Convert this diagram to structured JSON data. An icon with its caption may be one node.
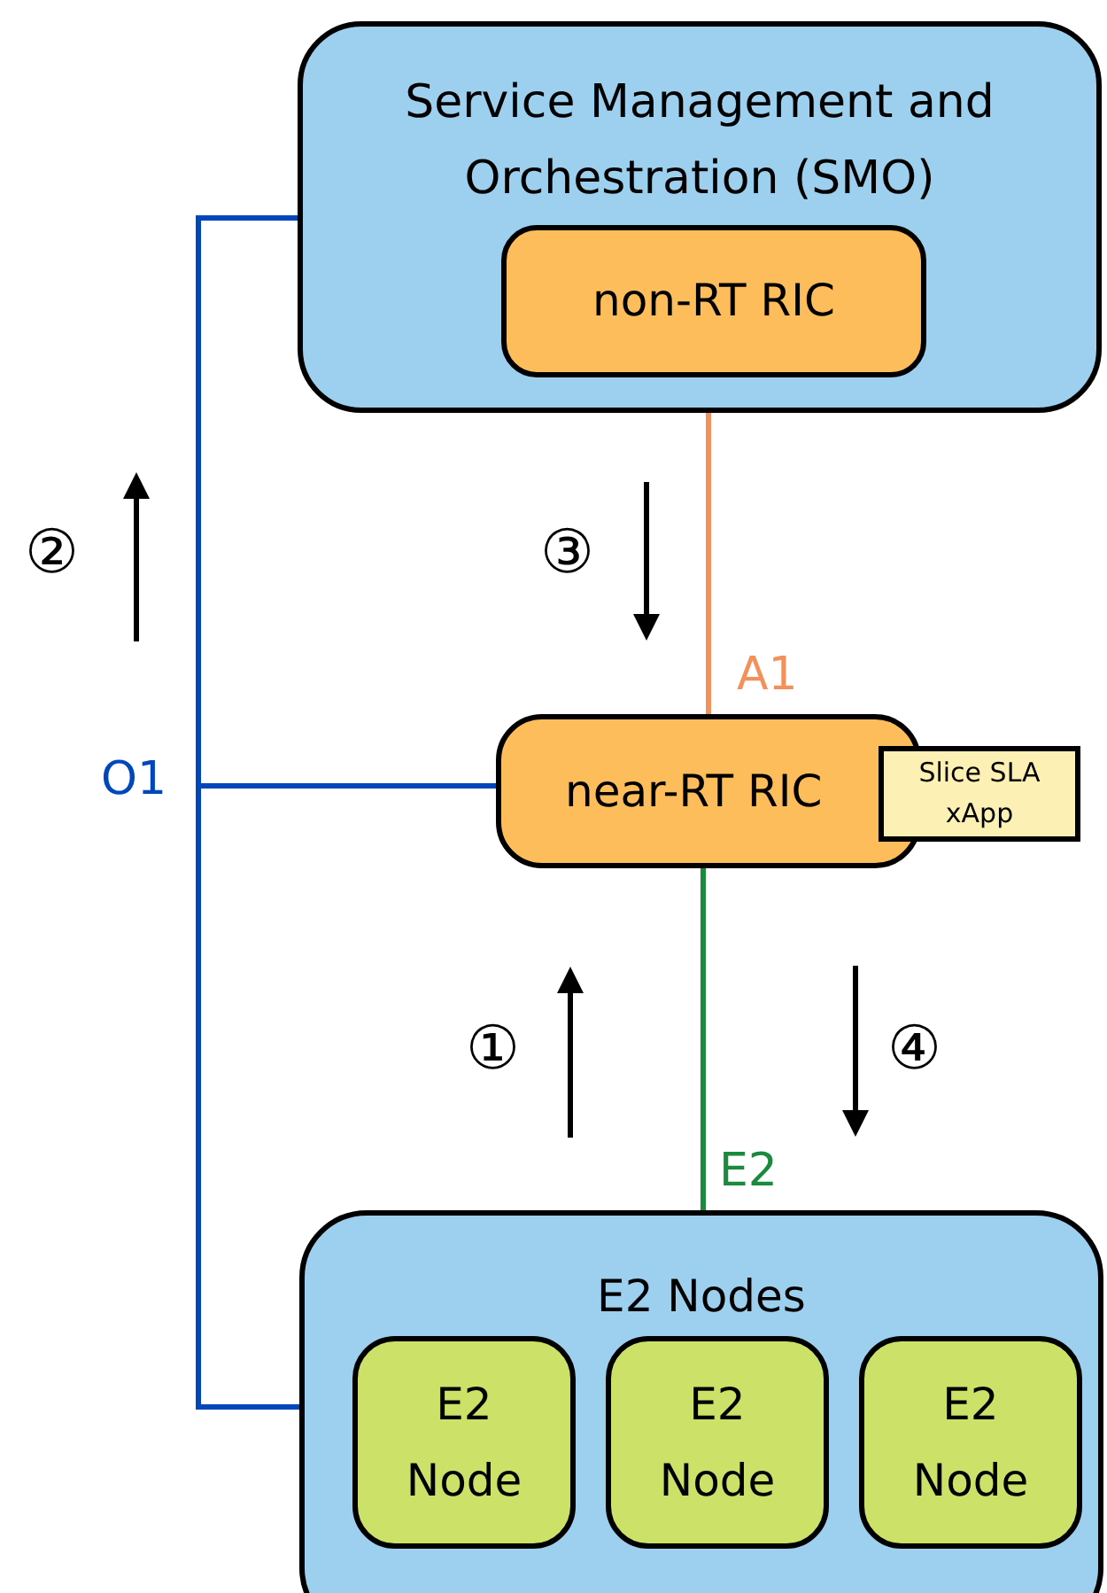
{
  "diagram": {
    "nodes": [
      {
        "text": [
          "Service Management and Orchestration (SMO)"
        ]
      },
      {
        "text": [
          "non-RT RIC"
        ],
        "in": 0
      },
      {
        "text": [
          "near-RT RIC"
        ]
      },
      {
        "text": [
          "Slice SLA xApp"
        ]
      },
      {
        "text": [
          "E2 Nodes"
        ]
      },
      {
        "text": [
          "E2 Node"
        ],
        "in": 4
      },
      {
        "text": [
          "E2 Node"
        ],
        "in": 4
      },
      {
        "text": [
          "E2 Node"
        ],
        "in": 4
      }
    ],
    "edges": [
      {
        "from": 0,
        "to": 2,
        "arrow": "none",
        "label": "O1",
        "color": "#0047bb"
      },
      {
        "from": 0,
        "to": 4,
        "arrow": "none",
        "color": "#0047bb"
      },
      {
        "from": 0,
        "to": 2,
        "arrow": "none",
        "label": "A1",
        "color": "#f4915a"
      },
      {
        "from": 2,
        "to": 4,
        "arrow": "none",
        "label": "E2",
        "color": "#1a8a3c"
      }
    ],
    "labels": [
      "②",
      "③",
      "①",
      "④"
    ]
  }
}
